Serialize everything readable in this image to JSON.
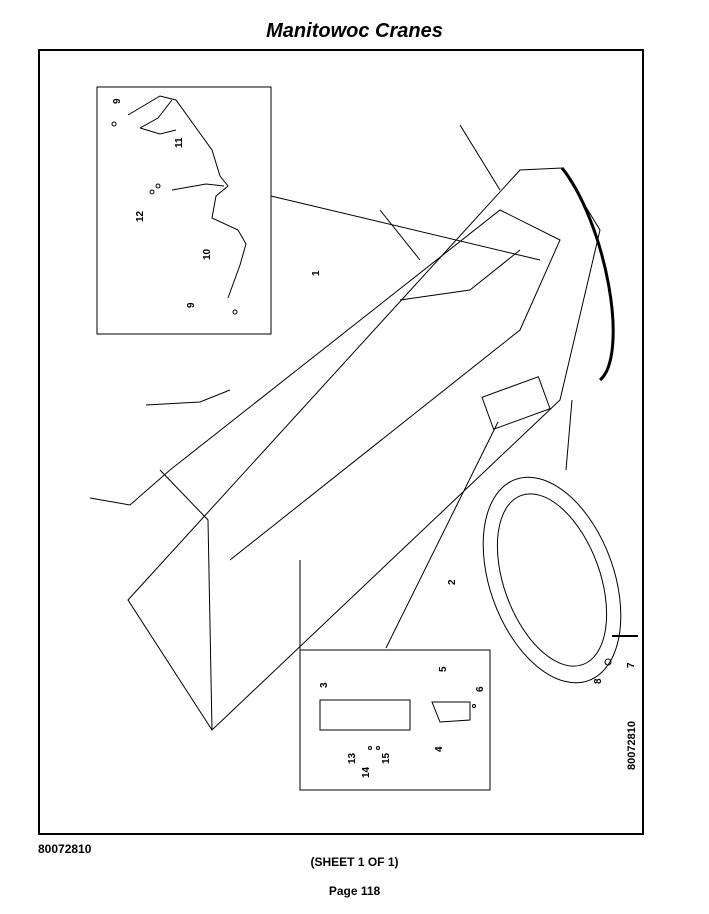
{
  "header": {
    "title": "Manitowoc Cranes"
  },
  "figure": {
    "callouts": [
      "1",
      "2",
      "3",
      "4",
      "5",
      "6",
      "7",
      "8",
      "9",
      "10",
      "11",
      "12",
      "13",
      "14",
      "15"
    ],
    "side_number": "80072810"
  },
  "footer": {
    "doc_number": "80072810",
    "sheet": "(SHEET 1 OF 1)",
    "page": "Page 118"
  }
}
